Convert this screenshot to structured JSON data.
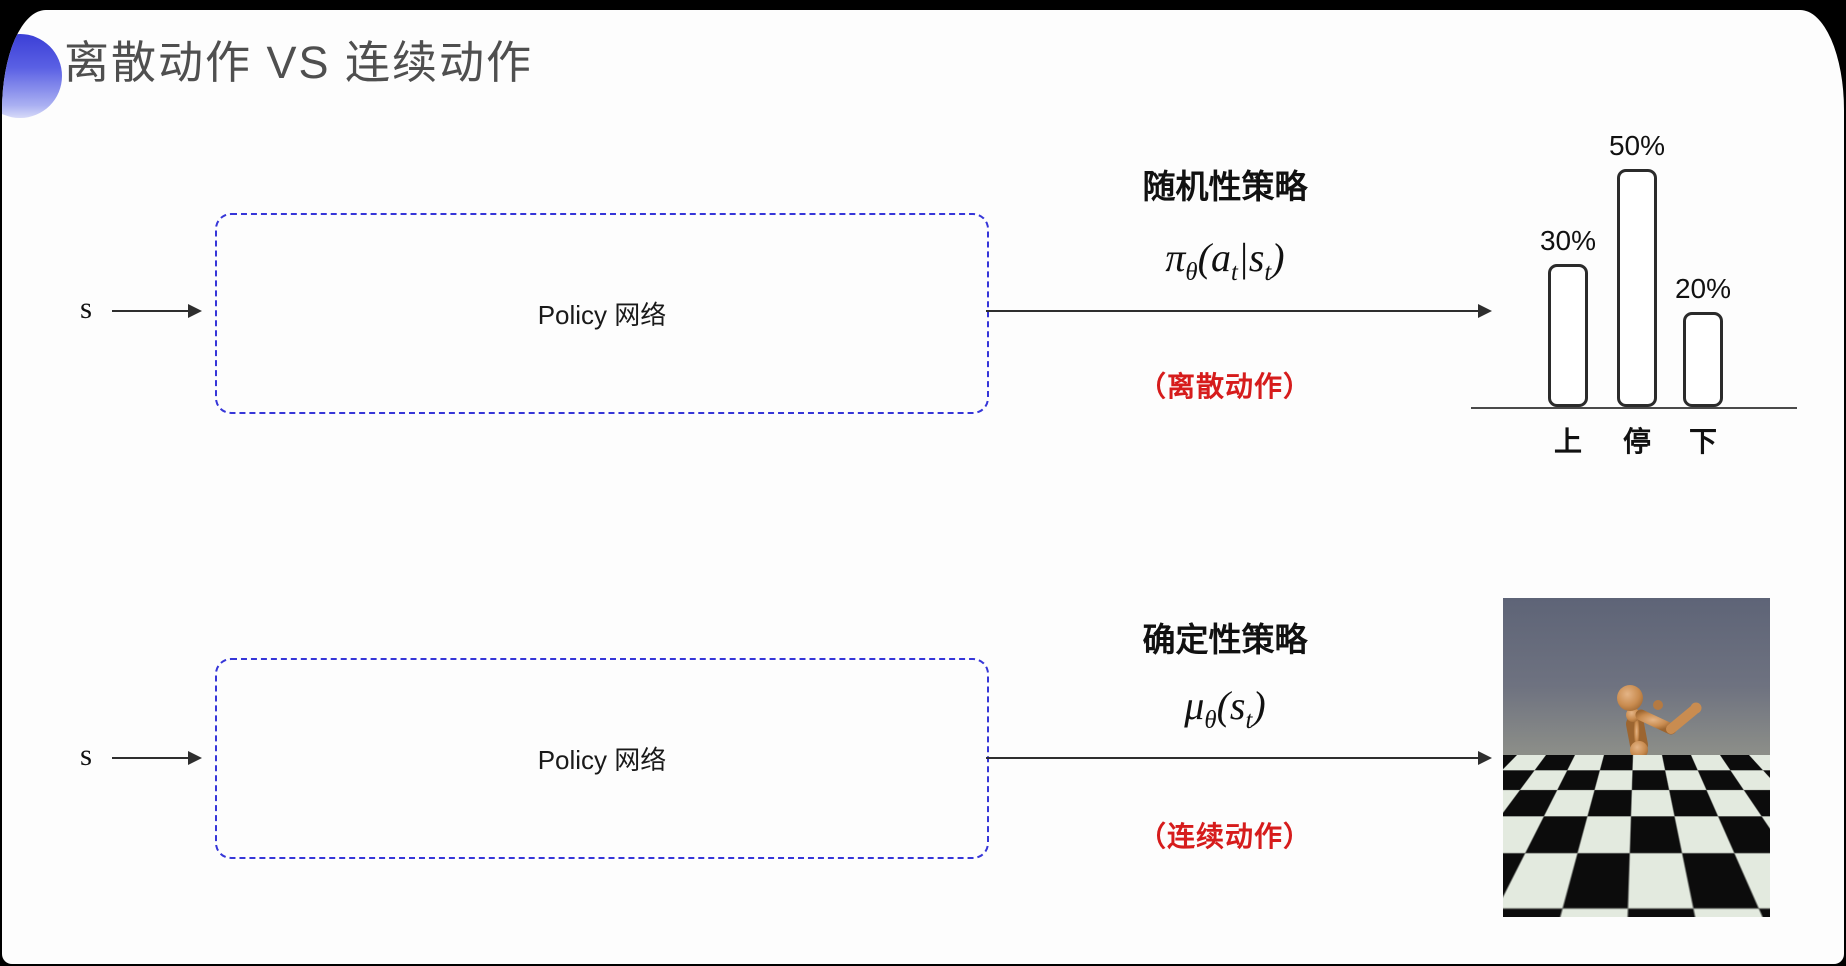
{
  "slide": {
    "title": "离散动作 VS 连续动作"
  },
  "row1": {
    "input": "s",
    "box": "Policy 网络",
    "title": "随机性策略",
    "note": "（离散动作）",
    "f": {
      "m": "π",
      "th": "θ",
      "lp": "(",
      "a": "a",
      "t1": "t",
      "vb": "|",
      "s": "s",
      "t2": "t",
      "rp": ")"
    }
  },
  "row2": {
    "input": "s",
    "box": "Policy 网络",
    "title": "确定性策略",
    "note": "（连续动作）",
    "f": {
      "m": "μ",
      "th": "θ",
      "lp": "(",
      "s": "s",
      "t": "t",
      "rp": ")"
    }
  },
  "chart": {
    "bars": [
      {
        "pct": "30%",
        "cat": "上",
        "value": 30
      },
      {
        "pct": "50%",
        "cat": "停",
        "value": 50
      },
      {
        "pct": "20%",
        "cat": "下",
        "value": 20
      }
    ]
  },
  "chart_data": {
    "type": "bar",
    "categories": [
      "上",
      "停",
      "下"
    ],
    "values": [
      30,
      50,
      20
    ],
    "labels": [
      "30%",
      "50%",
      "20%"
    ],
    "title": "",
    "xlabel": "",
    "ylabel": "",
    "ylim": [
      0,
      100
    ],
    "legend": false,
    "grid": false
  },
  "colors": {
    "accent_blue": "#3b3fd6",
    "dashed_box_blue": "#3636d8",
    "note_red": "#d61c1c",
    "title_gray": "#4f4f4f"
  }
}
